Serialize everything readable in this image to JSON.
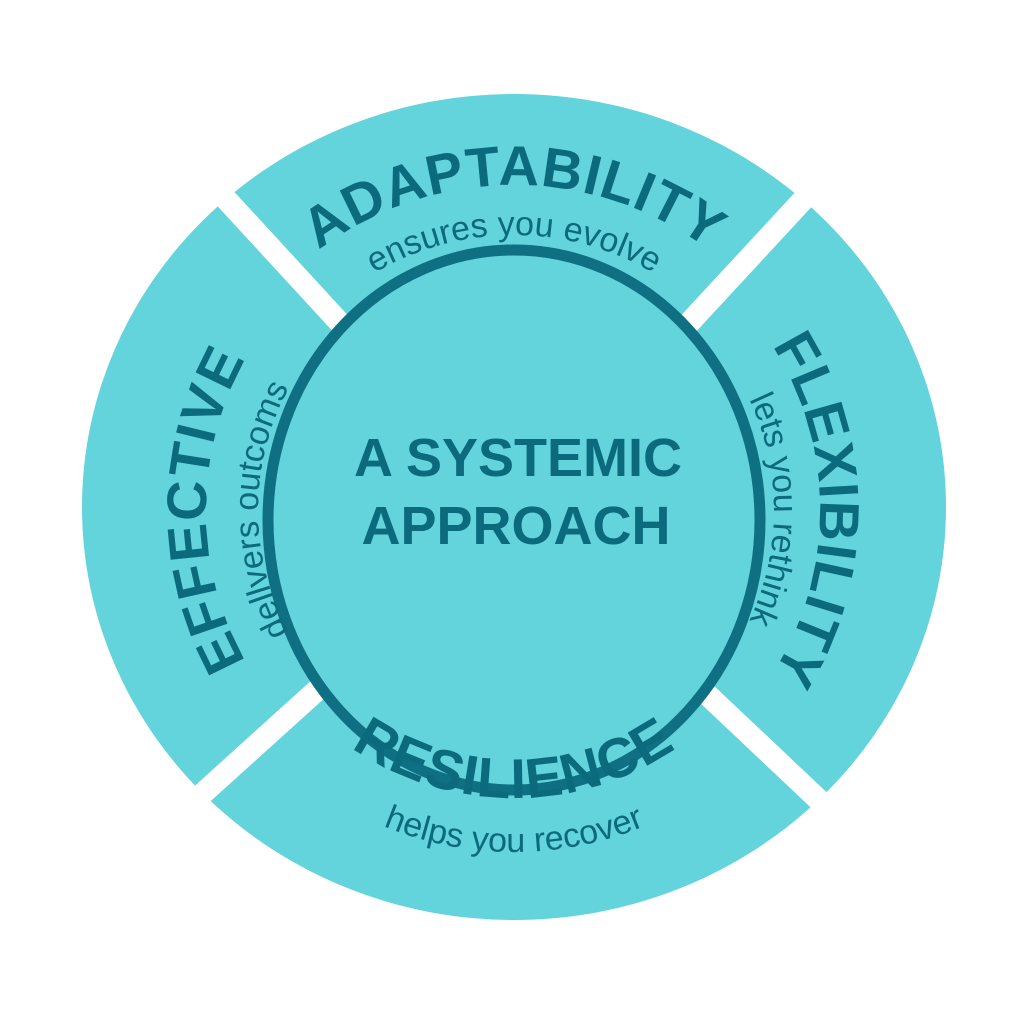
{
  "colors": {
    "fill": "#63d3dc",
    "dark": "#0e7082",
    "text": "#0b6b7d",
    "gap": "#ffffff"
  },
  "center": {
    "line1": "A SYSTEMIC",
    "line2": "APPROACH"
  },
  "segments": {
    "top": {
      "title": "ADAPTABILITY",
      "subtitle": "ensures you evolve"
    },
    "right": {
      "title": "FLEXIBILITY",
      "subtitle": "lets you rethink"
    },
    "bottom": {
      "title": "RESILIENCE",
      "subtitle": "helps you recover"
    },
    "left": {
      "title": "EFFECTIVE",
      "subtitle": "dellvers outcoms"
    }
  }
}
